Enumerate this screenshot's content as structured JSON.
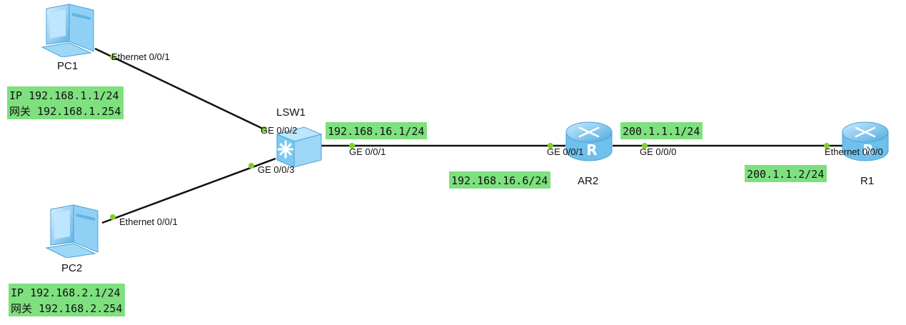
{
  "devices": {
    "pc1": {
      "label": "PC1",
      "icon": "pc-icon"
    },
    "pc2": {
      "label": "PC2",
      "icon": "pc-icon"
    },
    "lsw1": {
      "label": "LSW1",
      "icon": "switch-icon"
    },
    "ar2": {
      "label": "AR2",
      "icon": "router-icon"
    },
    "r1": {
      "label": "R1",
      "icon": "router-icon"
    }
  },
  "ports": {
    "pc1_eth": "Ethernet 0/0/1",
    "lsw1_ge2": "GE 0/0/2",
    "lsw1_ge3": "GE 0/0/3",
    "pc2_eth": "Ethernet 0/0/1",
    "lsw1_ge1": "GE 0/0/1",
    "ar2_ge1": "GE 0/0/1",
    "ar2_ge0": "GE 0/0/0",
    "r1_eth": "Ethernet 0/0/0"
  },
  "notes": {
    "pc1_ip": "IP 192.168.1.1/24",
    "pc1_gw": "网关 192.168.1.254",
    "pc2_ip": "IP 192.168.2.1/24",
    "pc2_gw": "网关 192.168.2.254",
    "lsw1_net": "192.168.16.1/24",
    "ar2_net": "192.168.16.6/24",
    "ar2_wan": "200.1.1.1/24",
    "r1_wan": "200.1.1.2/24"
  },
  "colors": {
    "note_bg": "#7ee07e",
    "port_dot": "#7ed321",
    "link": "#111111",
    "router_body": "#6fc0ea",
    "switch_body": "#6fc0ea",
    "pc_body": "#7cc8f0"
  }
}
